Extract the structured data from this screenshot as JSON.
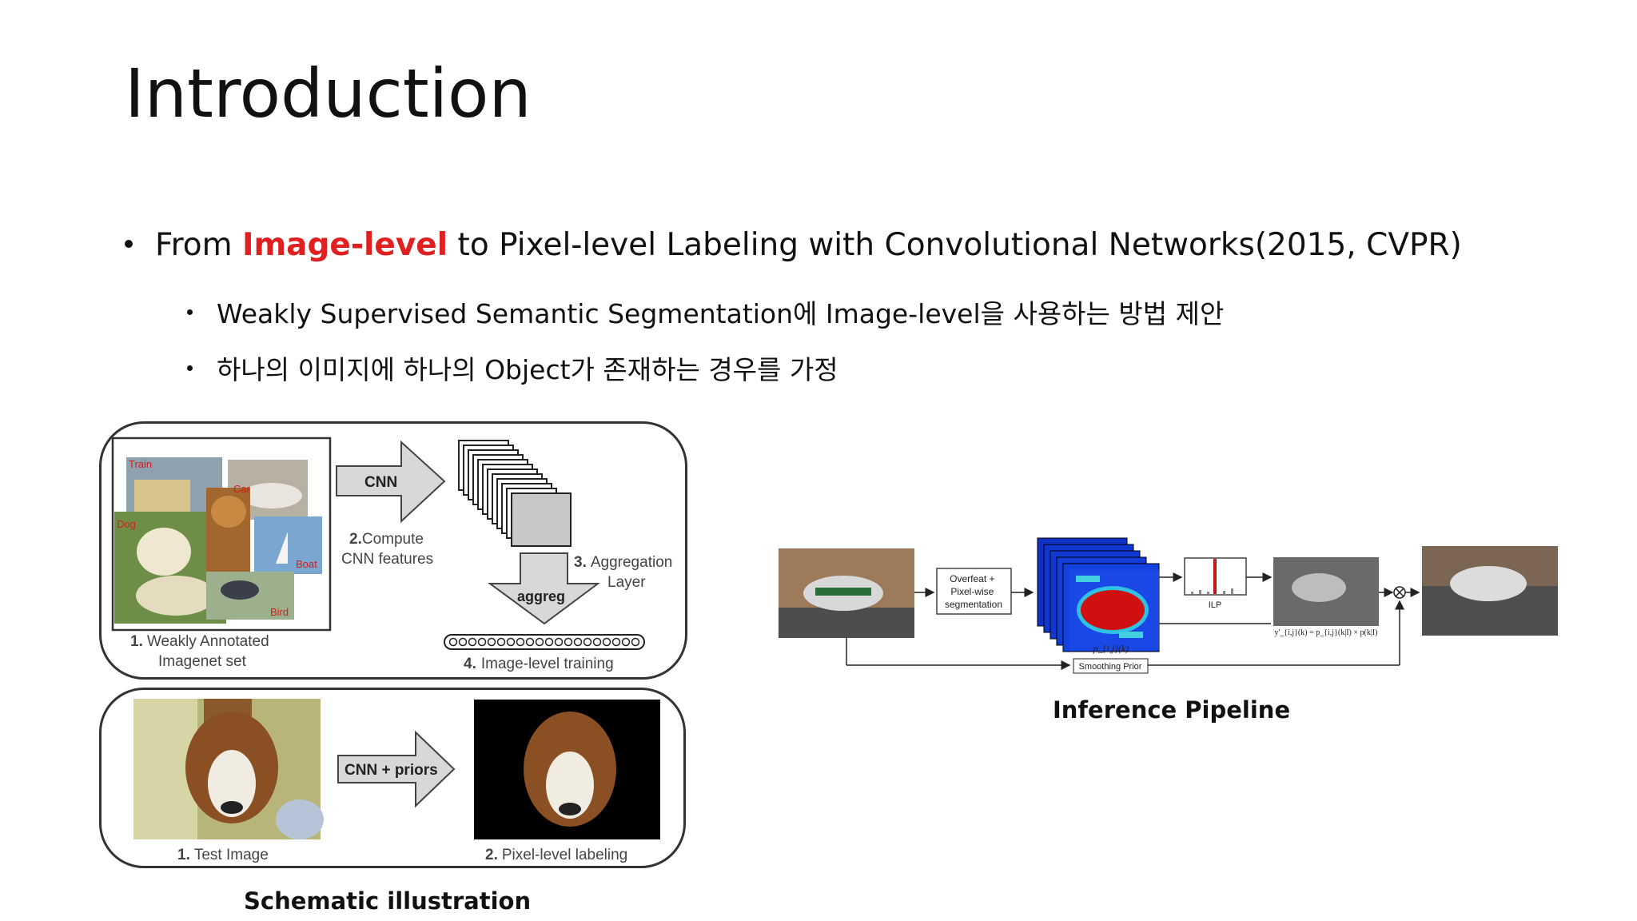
{
  "slide": {
    "title": "Introduction",
    "bullet1": {
      "prefix": "From ",
      "highlight": "Image-level",
      "suffix": " to Pixel-level Labeling with Convolutional Networks(2015, CVPR)"
    },
    "sub_bullets": [
      "Weakly Supervised Semantic Segmentation에 Image-level을 사용하는 방법 제안",
      "하나의 이미지에 하나의 Object가 존재하는 경우를 가정"
    ]
  },
  "schematic": {
    "caption": "Schematic illustration",
    "top_panel": {
      "step1_num": "1.",
      "step1_label": "Weakly Annotated",
      "step1_label2": "Imagenet set",
      "tags": [
        "Train",
        "Car",
        "Dog",
        "Boat",
        "Bird"
      ],
      "cnn_label": "CNN",
      "step2_num": "2.",
      "step2_label": "Compute",
      "step2_label2": "CNN features",
      "step3_num": "3.",
      "step3_label": "Aggregation",
      "step3_label2": "Layer",
      "aggreg_label": "aggreg",
      "step4_num": "4.",
      "step4_label": "Image-level training"
    },
    "bottom_panel": {
      "cnn_priors_label": "CNN + priors",
      "test_num": "1.",
      "test_label": "Test Image",
      "out_num": "2.",
      "out_label": "Pixel-level labeling"
    }
  },
  "pipeline": {
    "caption": "Inference Pipeline",
    "overfeat_label": "Overfeat +\nPixel-wise\nsegmentation",
    "ilp_label": "ILP",
    "smoothing_label": "Smoothing Prior",
    "pij_label": "p_{i,j}(k)",
    "formula_label": "y'_{i,j}(k) = p_{i,j}(k|I) × p(k|I)",
    "colors": {
      "heat_blue": "#1030c8",
      "heat_red": "#d01010",
      "ilp_bar": "#c01818"
    }
  }
}
